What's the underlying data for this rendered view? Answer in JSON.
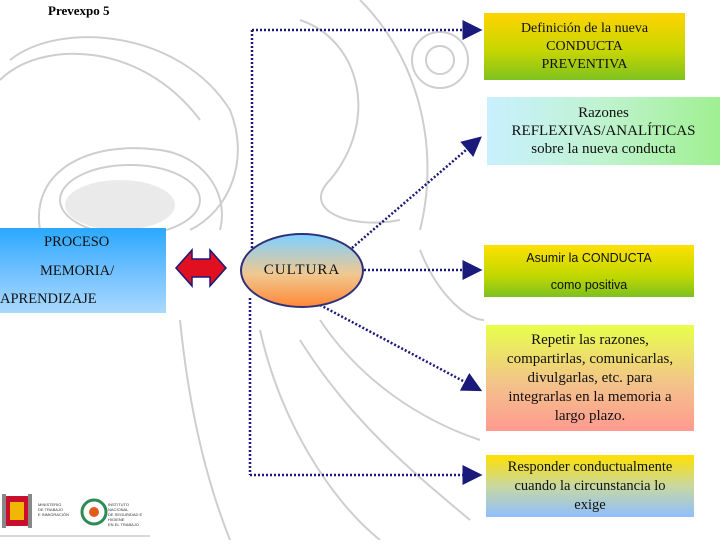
{
  "slide": {
    "title": "Prevexpo 5"
  },
  "boxes": {
    "definicion": [
      "Definición de la nueva",
      "CONDUCTA",
      "PREVENTIVA"
    ],
    "razones": [
      "Razones",
      "REFLEXIVAS/ANALÍTICAS",
      "sobre la nueva conducta"
    ],
    "asumir": [
      "Asumir la CONDUCTA",
      "como positiva"
    ],
    "repetir": [
      "Repetir las razones,",
      "compartirlas, comunicarlas,",
      "divulgarlas, etc. para",
      "integrarlas en la memoria  a",
      "largo plazo."
    ],
    "responder": [
      "Responder conductualmente",
      "cuando la circunstancia lo",
      "exige"
    ],
    "proceso": [
      "PROCESO",
      "MEMORIA/",
      "APRENDIZAJE"
    ],
    "cultura": "CULTURA"
  },
  "logos": {
    "ministerio": [
      "MINISTERIO",
      "DE TRABAJO",
      "E INMIGRACIÓN"
    ],
    "instituto": [
      "INSTITUTO NACIONAL",
      "DE SEGURIDAD E HIGIENE",
      "EN EL TRABAJO"
    ]
  },
  "colors": {
    "arrow_red": "#e01020",
    "connector_navy": "#1a1a7a"
  }
}
